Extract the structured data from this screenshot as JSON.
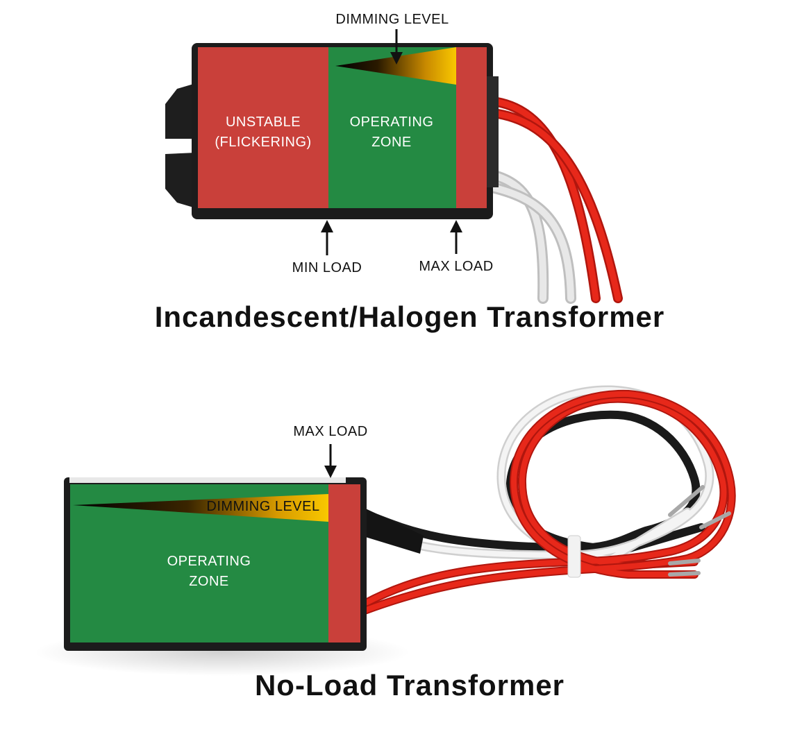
{
  "top": {
    "title": "Incandescent/Halogen Transformer",
    "dimming_label": "DIMMING LEVEL",
    "unstable_line1": "UNSTABLE",
    "unstable_line2": "(FLICKERING)",
    "operating_line1": "OPERATING",
    "operating_line2": "ZONE",
    "min_load_label": "MIN LOAD",
    "max_load_label": "MAX LOAD"
  },
  "bottom": {
    "title": "No-Load Transformer",
    "max_load_label": "MAX LOAD",
    "dimming_label": "DIMMING LEVEL",
    "operating_line1": "OPERATING",
    "operating_line2": "ZONE"
  },
  "colors": {
    "unstable_red": "#c9403a",
    "operating_green": "#248a43",
    "max_red": "#c9403a",
    "dimming_yellow": "#f7c300",
    "wire_red": "#e02418",
    "wire_white": "#e4e4e4",
    "wire_black": "#1a1a1a",
    "housing": "#1c1c1c"
  }
}
